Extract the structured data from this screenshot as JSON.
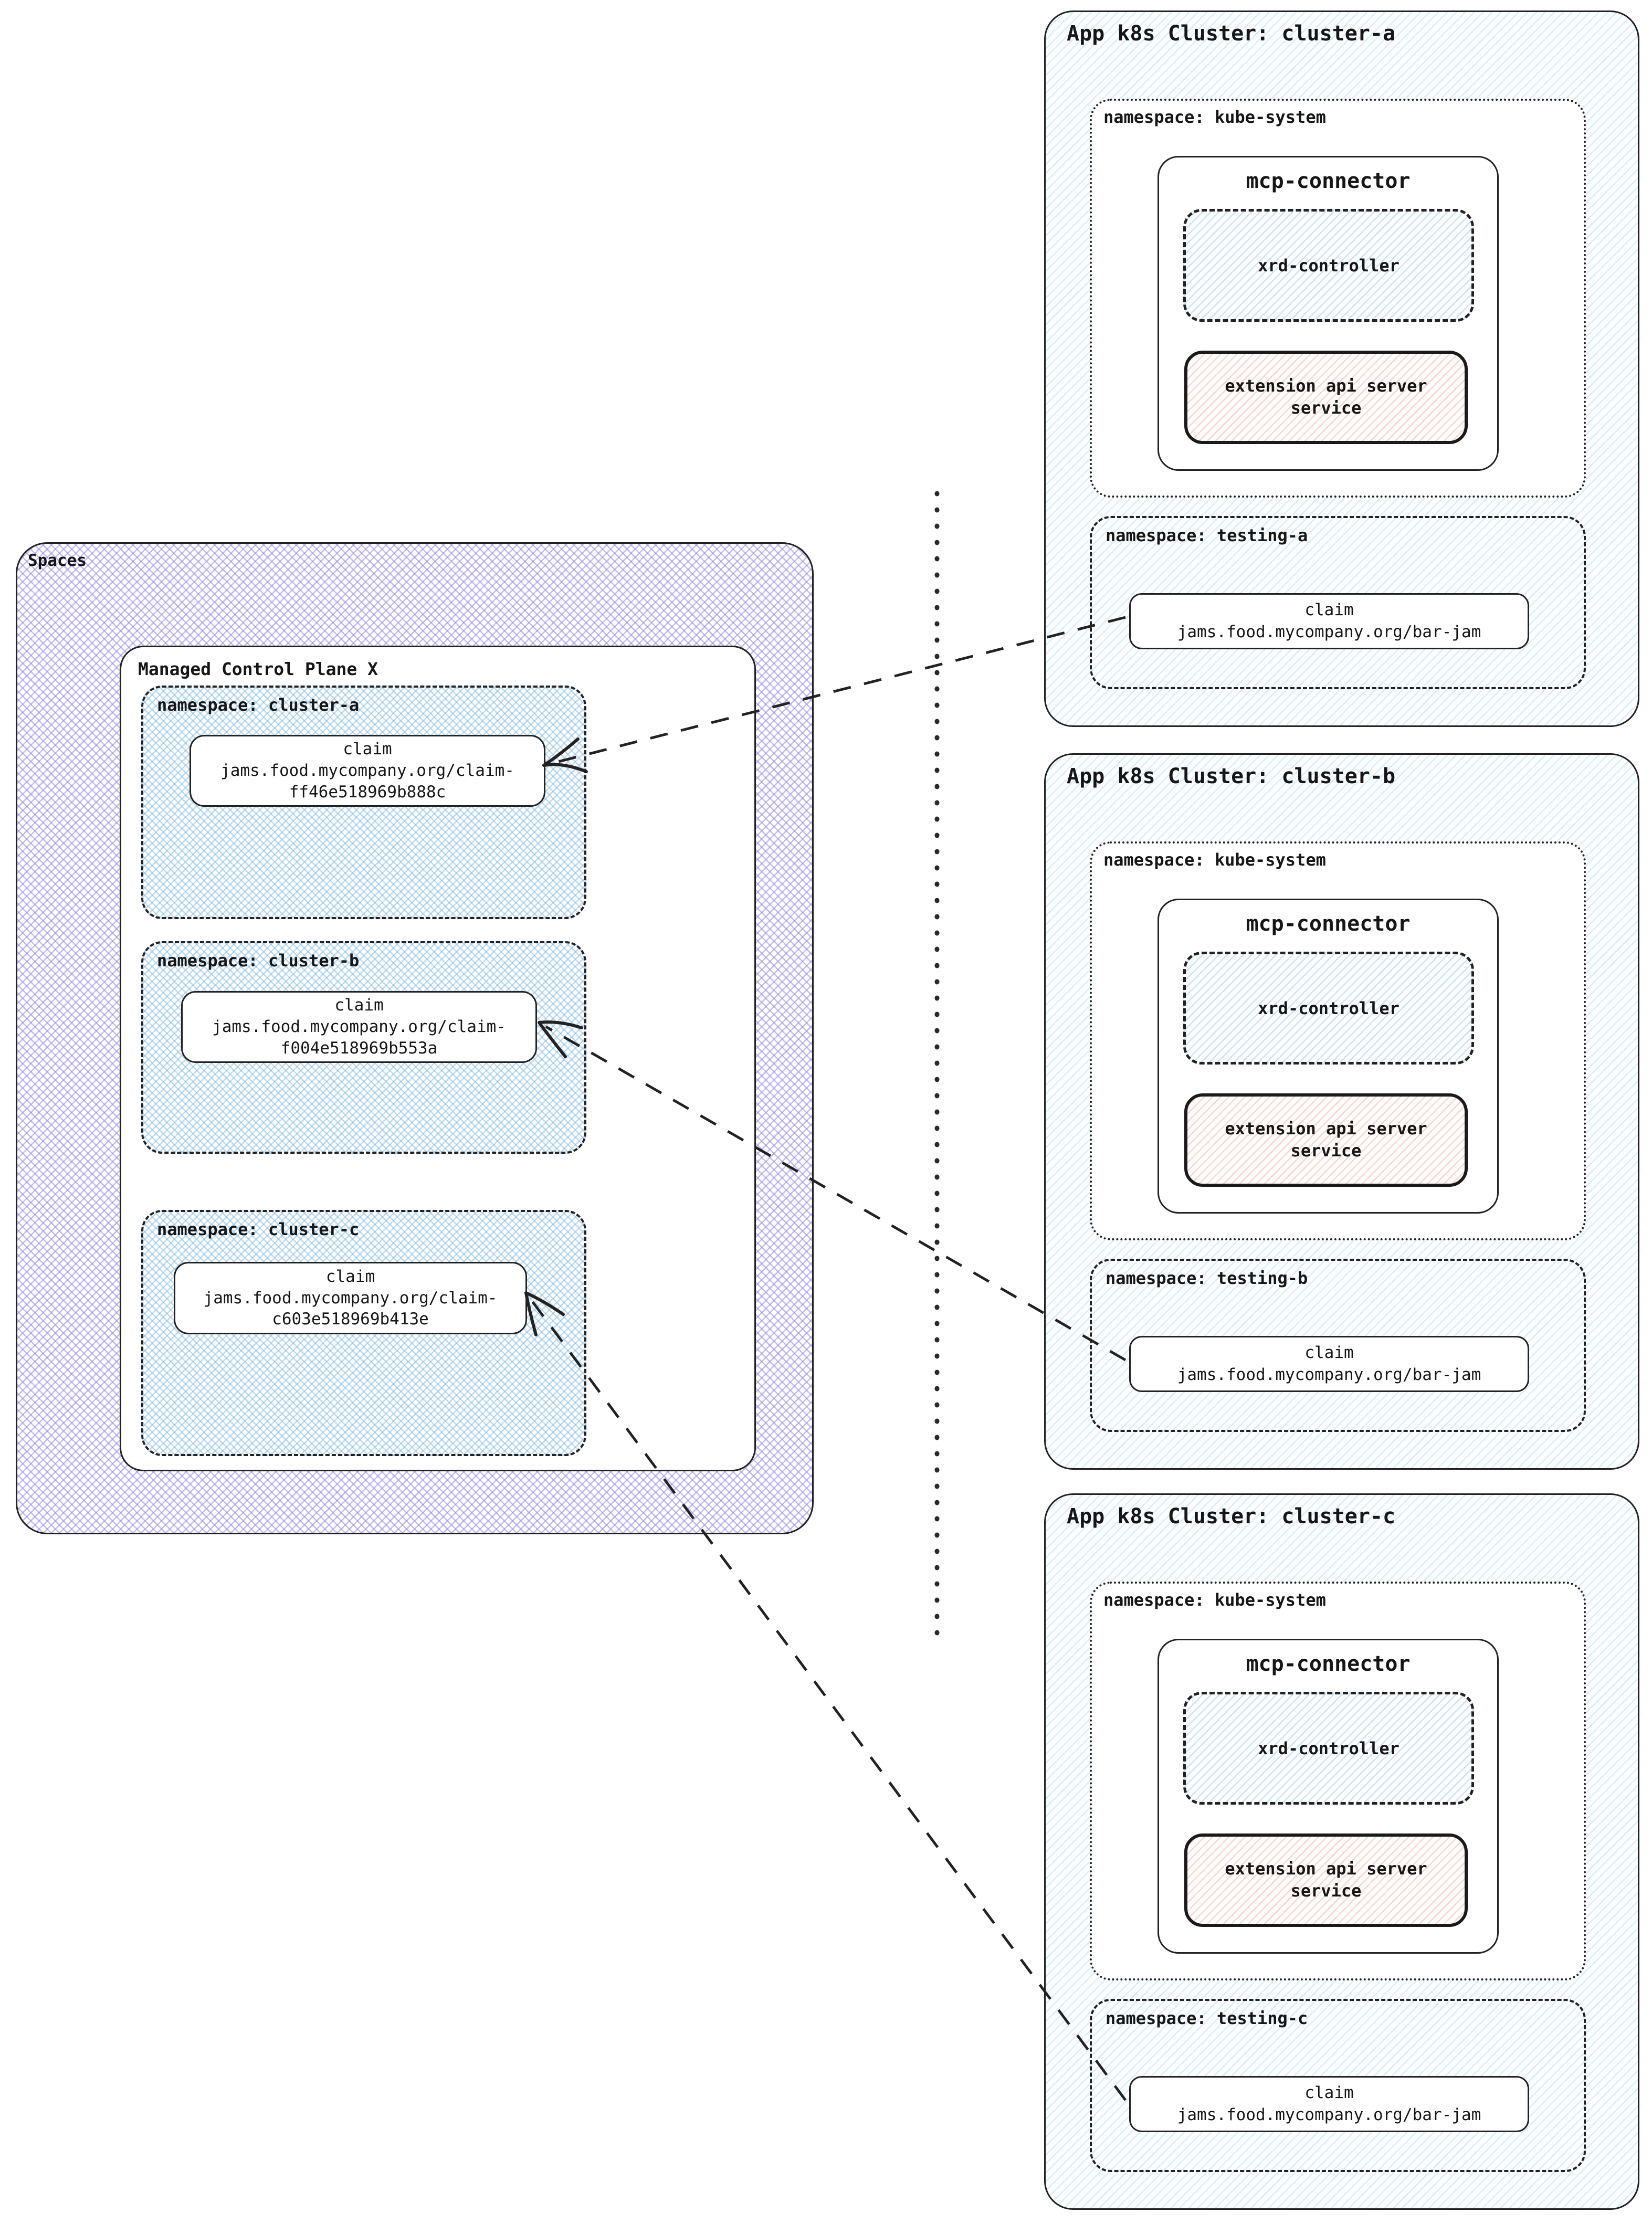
{
  "spaces": {
    "title": "Spaces",
    "control_plane": {
      "title": "Managed Control Plane X",
      "namespaces": [
        {
          "label": "namespace: cluster-a",
          "claim_title": "claim",
          "claim_name_l1": "jams.food.mycompany.org/claim-",
          "claim_name_l2": "ff46e518969b888c"
        },
        {
          "label": "namespace: cluster-b",
          "claim_title": "claim",
          "claim_name_l1": "jams.food.mycompany.org/claim-",
          "claim_name_l2": "f004e518969b553a"
        },
        {
          "label": "namespace: cluster-c",
          "claim_title": "claim",
          "claim_name_l1": "jams.food.mycompany.org/claim-",
          "claim_name_l2": "c603e518969b413e"
        }
      ]
    }
  },
  "clusters": [
    {
      "title": "App k8s Cluster: cluster-a",
      "kube_system_label": "namespace: kube-system",
      "mcp_connector_title": "mcp-connector",
      "xrd_controller_label": "xrd-controller",
      "extension_api_l1": "extension api server",
      "extension_api_l2": "service",
      "testing_label": "namespace: testing-a",
      "claim_title": "claim",
      "claim_name": "jams.food.mycompany.org/bar-jam"
    },
    {
      "title": "App k8s Cluster: cluster-b",
      "kube_system_label": "namespace: kube-system",
      "mcp_connector_title": "mcp-connector",
      "xrd_controller_label": "xrd-controller",
      "extension_api_l1": "extension api server",
      "extension_api_l2": "service",
      "testing_label": "namespace: testing-b",
      "claim_title": "claim",
      "claim_name": "jams.food.mycompany.org/bar-jam"
    },
    {
      "title": "App k8s Cluster: cluster-c",
      "kube_system_label": "namespace: kube-system",
      "mcp_connector_title": "mcp-connector",
      "xrd_controller_label": "xrd-controller",
      "extension_api_l1": "extension api server",
      "extension_api_l2": "service",
      "testing_label": "namespace: testing-c",
      "claim_title": "claim",
      "claim_name": "jams.food.mycompany.org/bar-jam"
    }
  ],
  "colors": {
    "purple_hatch": "#9683ea8c",
    "blue_cross": "#7ab8ea80",
    "cluster_hatch": "#8fd2ee59",
    "xrd_hatch": "#7fbce866",
    "pink_hatch": "#e88d8059",
    "line": "#222222"
  }
}
